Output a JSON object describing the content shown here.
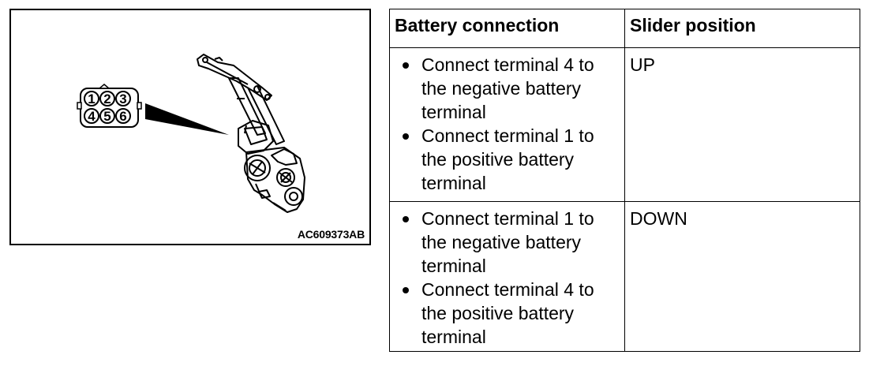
{
  "figure": {
    "code": "AC609373AB",
    "connector_pins": [
      "1",
      "2",
      "3",
      "4",
      "5",
      "6"
    ],
    "illustration": "window-regulator-motor-icon"
  },
  "table": {
    "headers": [
      "Battery connection",
      "Slider position"
    ],
    "rows": [
      {
        "steps": [
          "Connect terminal 4 to the negative battery terminal",
          "Connect terminal 1 to the positive battery terminal"
        ],
        "position": "UP"
      },
      {
        "steps": [
          "Connect terminal 1 to the negative battery terminal",
          "Connect terminal 4 to the positive battery terminal"
        ],
        "position": "DOWN"
      }
    ]
  }
}
